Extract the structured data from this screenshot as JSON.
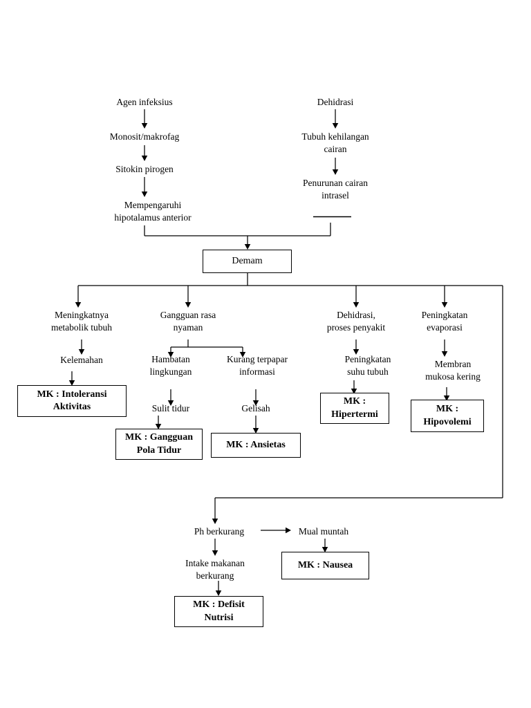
{
  "diagram": {
    "title": "Pathway Demam (Fever Pathway)",
    "background_color": "#ffffff",
    "line_color": "#000000",
    "text_color": "#000000"
  },
  "nodes": {
    "agen_infeksius": "Agen infeksius",
    "monosit_makrofag": "Monosit/makrofag",
    "sitokin_pirogen": "Sitokin pirogen",
    "mempengaruhi_hipotalamus": "Mempengaruhi\nhipotalamus anterior",
    "dehidrasi": "Dehidrasi",
    "tubuh_kehilangan_cairan": "Tubuh kehilangan\ncairan",
    "penurunan_cairan_intrasel": "Penurunan cairan\nintrasel",
    "demam": "Demam",
    "meningkatnya_metabolik": "Meningkatnya\nmetabolik tubuh",
    "kelemahan": "Kelemahan",
    "mk_intoleransi_aktivitas": "MK : Intoleransi\nAktivitas",
    "gangguan_rasa_nyaman": "Gangguan rasa\nnyaman",
    "hambatan_lingkungan": "Hambatan\nlingkungan",
    "sulit_tidur": "Sulit tidur",
    "mk_gangguan_pola_tidur": "MK : Gangguan\nPola Tidur",
    "kurang_terpapar_informasi": "Kurang terpapar\ninformasi",
    "gelisah": "Gelisah",
    "mk_ansietas": "MK : Ansietas",
    "dehidrasi_proses_penyakit": "Dehidrasi,\nproses penyakit",
    "peningkatan_suhu_tubuh": "Peningkatan\nsuhu tubuh",
    "mk_hipertermi": "MK :\nHipertermi",
    "peningkatan_evaporasi": "Peningkatan\nevaporasi",
    "membran_mukosa_kering": "Membran\nmukosa kering",
    "mk_hipovolemi": "MK :\nHipovolemi",
    "ph_berkurang": "Ph berkurang",
    "mual_muntah": "Mual muntah",
    "mk_nausea": "MK : Nausea",
    "intake_makanan_berkurang": "Intake makanan\nberkurang",
    "mk_defisit_nutrisi": "MK : Defisit\nNutrisi"
  }
}
